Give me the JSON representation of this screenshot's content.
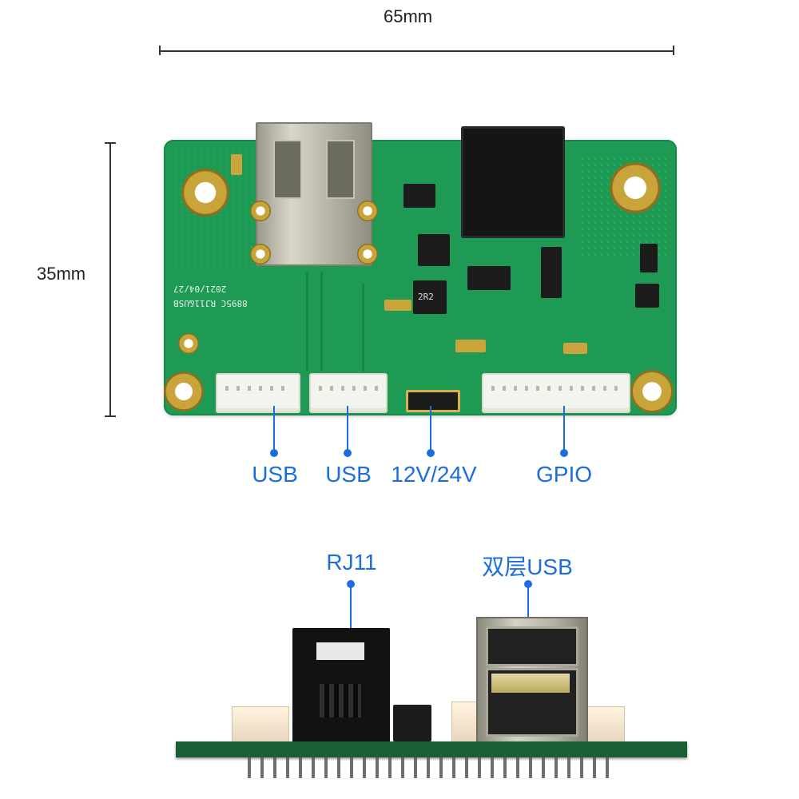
{
  "dimensions": {
    "width_label": "65mm",
    "height_label": "35mm"
  },
  "top_view": {
    "silkscreen": {
      "model": "8895C RJ11&USB",
      "date": "2021/04/27",
      "inductor_marking": "2R2"
    },
    "callouts": [
      {
        "label": "USB"
      },
      {
        "label": "USB"
      },
      {
        "label": "12V/24V"
      },
      {
        "label": "GPIO"
      }
    ]
  },
  "side_view": {
    "callouts": [
      {
        "label": "RJ11"
      },
      {
        "label": "双层USB"
      }
    ]
  },
  "colors": {
    "pcb_green": "#1f9a55",
    "label_blue": "#1c6ee0",
    "gold_pad": "#c9a43a"
  }
}
